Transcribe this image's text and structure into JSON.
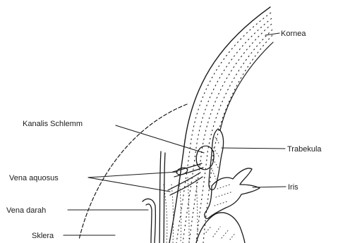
{
  "labels": {
    "kornea": "Kornea",
    "kanalis_schlemm": "Kanalis Schlemm",
    "trabekula": "Trabekula",
    "vena_aquosus": "Vena aquosus",
    "iris": "Iris",
    "vena_darah": "Vena darah",
    "sklera": "Sklera"
  }
}
